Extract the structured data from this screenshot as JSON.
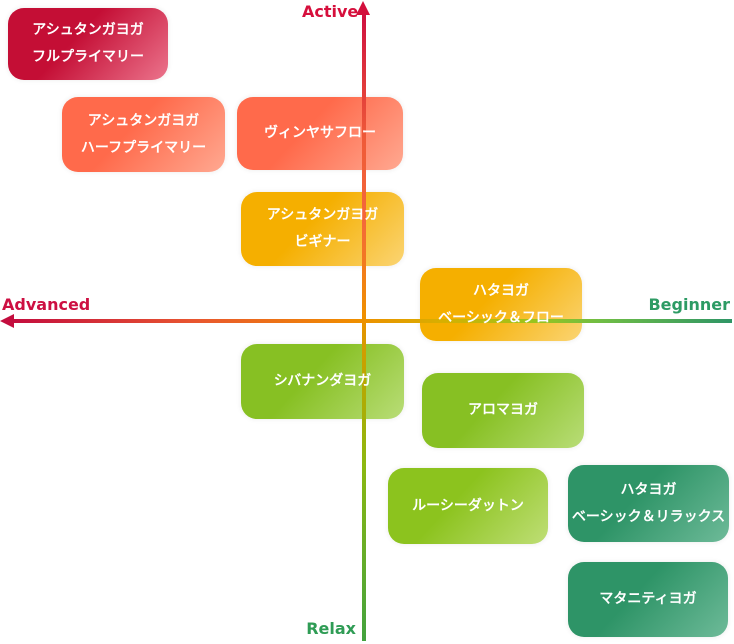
{
  "axes": {
    "vertical": {
      "top_label": "Active",
      "bottom_label": "Relax",
      "top_color": "#D60F3C",
      "bottom_color": "#2F9C55",
      "gradient": [
        "#CF1040",
        "#F4683A",
        "#F09000",
        "#8CB811",
        "#43A23E"
      ]
    },
    "horizontal": {
      "left_label": "Advanced",
      "right_label": "Beginner",
      "left_color": "#CD0F42",
      "right_color": "#2D9B64",
      "gradient": [
        "#C30D3E",
        "#E85530",
        "#F08C00",
        "#9AC41C",
        "#2E9566"
      ]
    }
  },
  "items": [
    {
      "id": "ashtanga-full-primary",
      "lines": [
        "アシュタンガヨガ",
        "フルプライマリー"
      ],
      "color": "#C40E35",
      "color_light": "#EE7B92"
    },
    {
      "id": "ashtanga-half-primary",
      "lines": [
        "アシュタンガヨガ",
        "ハーフプライマリー"
      ],
      "color": "#FF6A4B",
      "color_light": "#FFAD96"
    },
    {
      "id": "vinyasa-flow",
      "lines": [
        "ヴィンヤサフロー"
      ],
      "color": "#FF6A4B",
      "color_light": "#FFAD96"
    },
    {
      "id": "ashtanga-beginner",
      "lines": [
        "アシュタンガヨガ",
        "ビギナー"
      ],
      "color": "#F5AF00",
      "color_light": "#FBD77B"
    },
    {
      "id": "hatha-basic-flow",
      "lines": [
        "ハタヨガ",
        "ベーシック＆フロー"
      ],
      "color": "#F5AF00",
      "color_light": "#FBD77B"
    },
    {
      "id": "sivananda-yoga",
      "lines": [
        "シバナンダヨガ"
      ],
      "color": "#87C023",
      "color_light": "#BCDF7D"
    },
    {
      "id": "aroma-yoga",
      "lines": [
        "アロマヨガ"
      ],
      "color": "#87C023",
      "color_light": "#BCDF7D"
    },
    {
      "id": "lucy-dutton",
      "lines": [
        "ルーシーダットン"
      ],
      "color": "#8CC31E",
      "color_light": "#C2E07C"
    },
    {
      "id": "hatha-basic-relax",
      "lines": [
        "ハタヨガ",
        "ベーシック＆リラックス"
      ],
      "color": "#2E9467",
      "color_light": "#72BD9C"
    },
    {
      "id": "maternity-yoga",
      "lines": [
        "マタニティヨガ"
      ],
      "color": "#2E9467",
      "color_light": "#72BD9C"
    }
  ]
}
